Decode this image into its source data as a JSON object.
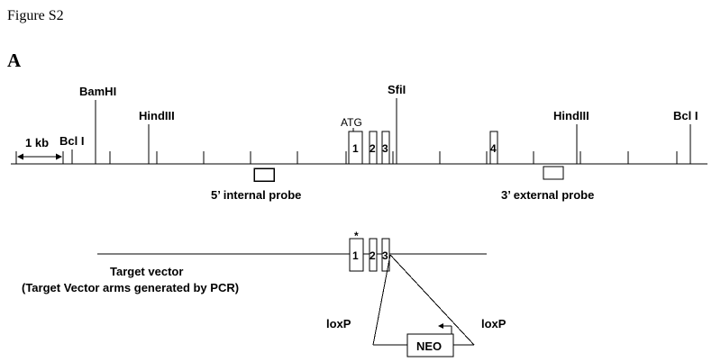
{
  "figure": {
    "title": "Figure S2",
    "panel": "A"
  },
  "restriction_sites": [
    {
      "label": "Bcl I"
    },
    {
      "label": "BamHI"
    },
    {
      "label": "HindIII"
    },
    {
      "label": "SfiI"
    },
    {
      "label": "HindIII"
    },
    {
      "label": "Bcl I"
    }
  ],
  "scale_bar": {
    "label": "1 kb"
  },
  "start_codon": {
    "label": "ATG"
  },
  "genomic_exons": [
    "1",
    "2",
    "3",
    "4"
  ],
  "probes": {
    "internal": "5’ internal probe",
    "external": "3’ external probe"
  },
  "target_vector": {
    "exons": [
      "1",
      "2",
      "3"
    ],
    "mutation_marker": "*",
    "label_line1": "Target vector",
    "label_line2": "(Target Vector arms generated by PCR)",
    "loxp_left": "loxP",
    "loxp_right": "loxP",
    "cassette": "NEO"
  }
}
